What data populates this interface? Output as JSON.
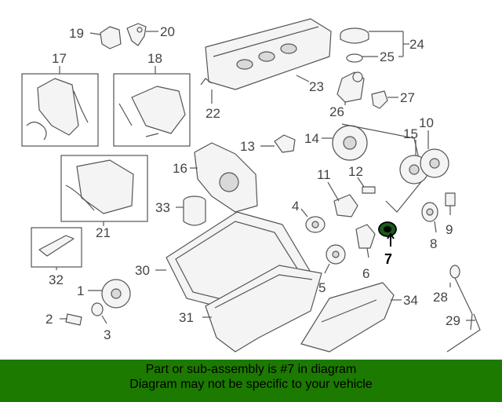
{
  "callouts": {
    "c1": "1",
    "c2": "2",
    "c3": "3",
    "c4": "4",
    "c5": "5",
    "c6": "6",
    "c7": "7",
    "c8": "8",
    "c9": "9",
    "c10": "10",
    "c11": "11",
    "c12": "12",
    "c13": "13",
    "c14": "14",
    "c15": "15",
    "c16": "16",
    "c17": "17",
    "c18": "18",
    "c19": "19",
    "c20": "20",
    "c21": "21",
    "c22": "22",
    "c23": "23",
    "c24": "24",
    "c25": "25",
    "c26": "26",
    "c27": "27",
    "c28": "28",
    "c29": "29",
    "c30": "30",
    "c31": "31",
    "c32": "32",
    "c33": "33",
    "c34": "34"
  },
  "highlighted_part": "7",
  "colors": {
    "banner_bg": "#1d7a00",
    "highlight": "#1a5a1a",
    "line": "#555555"
  },
  "banner": {
    "line1": "Part or sub-assembly is #7 in diagram",
    "line2": "Diagram may not be specific to your vehicle"
  }
}
